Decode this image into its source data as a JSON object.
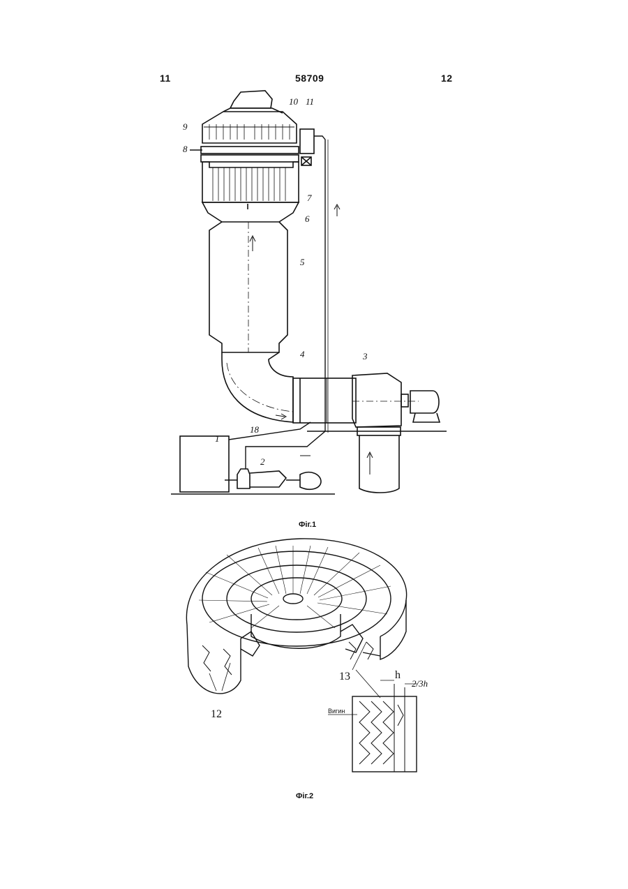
{
  "header": {
    "left_page": "11",
    "document_number": "58709",
    "right_page": "12"
  },
  "figure1": {
    "caption": "Фіг.1",
    "labels": [
      "1",
      "2",
      "3",
      "4",
      "5",
      "6",
      "7",
      "8",
      "9",
      "10",
      "11",
      "18"
    ]
  },
  "figure2": {
    "caption": "Фіг.2",
    "labels": {
      "elements12": "12",
      "elements13": "13",
      "bend": "Вигин",
      "h": "h",
      "two_thirds_h": "2/3h"
    }
  }
}
